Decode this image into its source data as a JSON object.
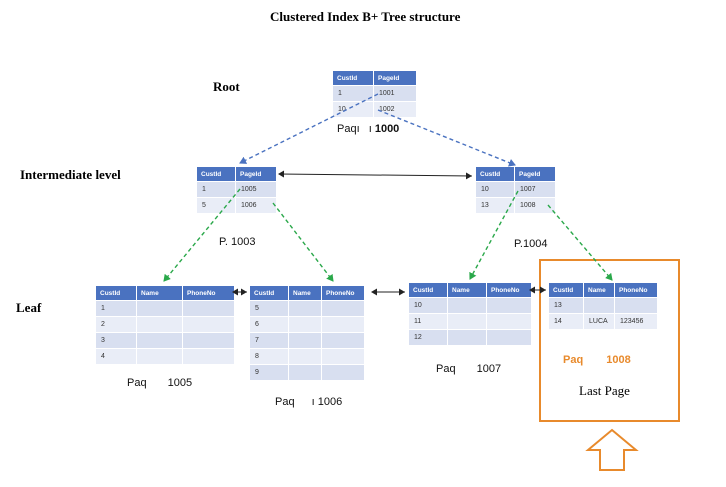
{
  "title": "Clustered Index B+ Tree structure",
  "levels": {
    "root": "Root",
    "intermediate": "Intermediate level",
    "leaf": "Leaf"
  },
  "pages": {
    "root": {
      "headers": [
        "CustId",
        "PageId"
      ],
      "rows": [
        [
          "1",
          "1001"
        ],
        [
          "10",
          "1002"
        ]
      ],
      "caption_prefix": "Paqı",
      "caption_sep": "ı",
      "caption_num": "1000"
    },
    "int_left": {
      "headers": [
        "CustId",
        "PageId"
      ],
      "rows": [
        [
          "1",
          "1005"
        ],
        [
          "5",
          "1006"
        ]
      ],
      "caption": "P. 1003"
    },
    "int_right": {
      "headers": [
        "CustId",
        "PageId"
      ],
      "rows": [
        [
          "10",
          "1007"
        ],
        [
          "13",
          "1008"
        ]
      ],
      "caption": "P.1004"
    },
    "leaf1": {
      "headers": [
        "CustId",
        "Name",
        "PhoneNo"
      ],
      "rows": [
        [
          "1",
          "",
          ""
        ],
        [
          "2",
          "",
          ""
        ],
        [
          "3",
          "",
          ""
        ],
        [
          "4",
          "",
          ""
        ]
      ],
      "caption_prefix": "Paq",
      "caption_num": "1005"
    },
    "leaf2": {
      "headers": [
        "CustId",
        "Name",
        "PhoneNo"
      ],
      "rows": [
        [
          "5",
          "",
          ""
        ],
        [
          "6",
          "",
          ""
        ],
        [
          "7",
          "",
          ""
        ],
        [
          "8",
          "",
          ""
        ],
        [
          "9",
          "",
          ""
        ]
      ],
      "caption_prefix": "Paq",
      "caption_sep": "ı",
      "caption_num": "1006"
    },
    "leaf3": {
      "headers": [
        "CustId",
        "Name",
        "PhoneNo"
      ],
      "rows": [
        [
          "10",
          "",
          ""
        ],
        [
          "11",
          "",
          ""
        ],
        [
          "12",
          "",
          ""
        ]
      ],
      "caption_prefix": "Paq",
      "caption_num": "1007"
    },
    "leaf4": {
      "headers": [
        "CustId",
        "Name",
        "PhoneNo"
      ],
      "rows": [
        [
          "13",
          "",
          ""
        ],
        [
          "14",
          "LUCA",
          "123456"
        ]
      ],
      "caption_prefix": "Paq",
      "caption_num": "1008"
    }
  },
  "last_page_label": "Last Page",
  "colors": {
    "header_blue": "#4a72c0",
    "row_blue": "#d8dff0",
    "root_arrow": "#4a72c0",
    "child_arrow": "#2aa84a",
    "highlight": "#e88a2c"
  }
}
